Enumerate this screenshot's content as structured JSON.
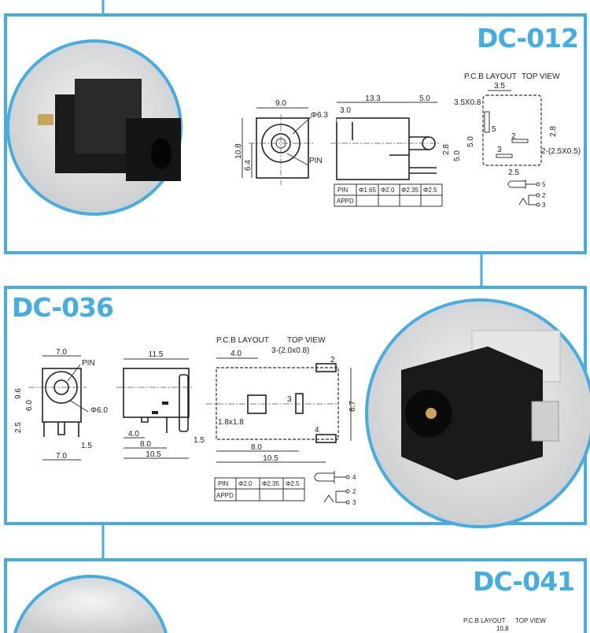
{
  "accent_color": "#45ade2",
  "panels": [
    {
      "model": "DC-012",
      "front": {
        "width": "9.0",
        "hole": "Φ6.3",
        "height": "10.8",
        "center": "6.4",
        "pin": "PIN"
      },
      "side": {
        "length": "13.3",
        "tab": "5.0",
        "step": "3.0",
        "pin_a": "2.8",
        "pin_b": "5.0"
      },
      "pcb": {
        "label": "P.C.B LAYOUT",
        "view": "TOP VIEW",
        "w": "3.5",
        "slot": "3.5X0.8",
        "pin5": "5",
        "d28": "2.8",
        "d50": "5.0",
        "pin2": "2",
        "slot2": "2-(2.5X0.5)",
        "pin3": "3",
        "d25": "2.5"
      },
      "table": {
        "headers": [
          "PIN",
          "Φ1.65",
          "Φ2.0",
          "Φ2.35",
          "Φ2.5"
        ],
        "row_label": "APPD"
      },
      "schematic": [
        "5",
        "2",
        "3"
      ]
    },
    {
      "model": "DC-036",
      "front": {
        "width": "7.0",
        "pin": "PIN",
        "height": "9.6",
        "center": "6.0",
        "hole": "Φ6.0",
        "leg": "2.5",
        "pin_w": "1.5",
        "bottom": "7.0"
      },
      "side": {
        "length": "11.5",
        "a": "4.0",
        "b": "8.0",
        "c": "10.5",
        "tab": "1.5"
      },
      "pcb": {
        "label": "P.C.B LAYOUT",
        "view": "TOP VIEW",
        "w": "4.0",
        "slot": "3-(2.0x0.8)",
        "pin2": "2",
        "pin3": "3",
        "pad": "1.8x1.8",
        "pin4": "4",
        "h": "6.7",
        "d80": "8.0",
        "d105": "10.5"
      },
      "table": {
        "headers": [
          "PIN",
          "Φ2.0",
          "Φ2.35",
          "Φ2.5"
        ],
        "row_label": "APPD"
      },
      "schematic": [
        "4",
        "2",
        "3"
      ]
    },
    {
      "model": "DC-041",
      "pcb": {
        "label": "P.C.B LAYOUT",
        "view": "TOP VIEW",
        "w": "10.8"
      }
    }
  ]
}
